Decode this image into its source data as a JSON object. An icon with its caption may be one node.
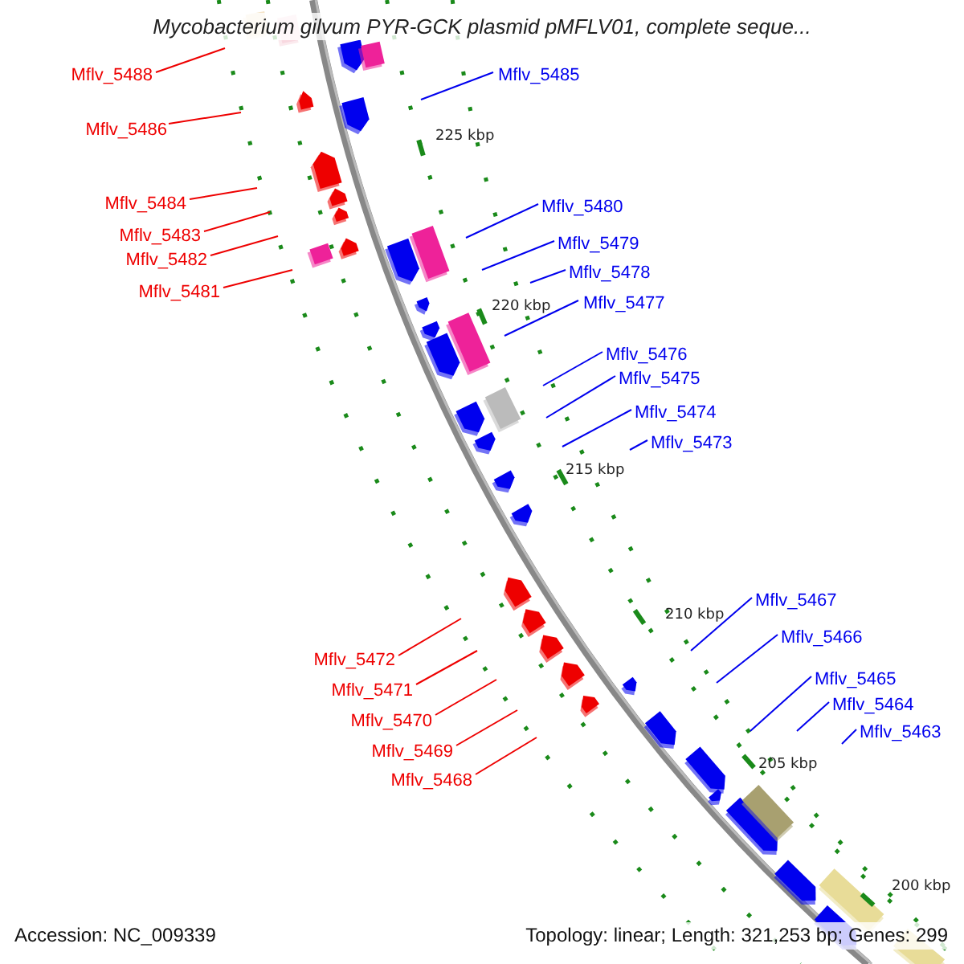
{
  "diagram": {
    "title": "Mycobacterium gilvum PYR-GCK plasmid pMFLV01, complete seque...",
    "nodes": [
      {
        "text": [
          "Mflv_5488"
        ]
      },
      {
        "text": [
          "Mflv_5485"
        ]
      },
      {
        "text": [
          "Mflv_5486"
        ]
      },
      {
        "text": [
          "Mflv_5484"
        ]
      },
      {
        "text": [
          "Mflv_5480"
        ]
      },
      {
        "text": [
          "Mflv_5483"
        ]
      },
      {
        "text": [
          "Mflv_5479"
        ]
      },
      {
        "text": [
          "Mflv_5482"
        ]
      },
      {
        "text": [
          "Mflv_5478"
        ]
      },
      {
        "text": [
          "Mflv_5481"
        ]
      },
      {
        "text": [
          "Mflv_5477"
        ]
      },
      {
        "text": [
          "Mflv_5476"
        ]
      },
      {
        "text": [
          "Mflv_5475"
        ]
      },
      {
        "text": [
          "Mflv_5474"
        ]
      },
      {
        "text": [
          "Mflv_5473"
        ]
      },
      {
        "text": [
          "Mflv_5467"
        ]
      },
      {
        "text": [
          "Mflv_5466"
        ]
      },
      {
        "text": [
          "Mflv_5472"
        ]
      },
      {
        "text": [
          "Mflv_5465"
        ]
      },
      {
        "text": [
          "Mflv_5471"
        ]
      },
      {
        "text": [
          "Mflv_5464"
        ]
      },
      {
        "text": [
          "Mflv_5470"
        ]
      },
      {
        "text": [
          "Mflv_5463"
        ]
      },
      {
        "text": [
          "Mflv_5469"
        ]
      },
      {
        "text": [
          "Mflv_5468"
        ]
      }
    ],
    "edges": [
      {
        "from": 0,
        "to": null,
        "arrow": "none",
        "color": "#ee0000"
      },
      {
        "from": 1,
        "to": null,
        "arrow": "none"
      },
      {
        "from": 2,
        "to": null,
        "arrow": "none",
        "color": "#ee0000"
      },
      {
        "from": 3,
        "to": null,
        "arrow": "none",
        "color": "#ee0000"
      },
      {
        "from": 4,
        "to": null,
        "arrow": "none"
      },
      {
        "from": 5,
        "to": null,
        "arrow": "none",
        "color": "#ee0000"
      },
      {
        "from": 6,
        "to": null,
        "arrow": "none"
      },
      {
        "from": 7,
        "to": null,
        "arrow": "none",
        "color": "#ee0000"
      },
      {
        "from": 8,
        "to": null,
        "arrow": "none"
      },
      {
        "from": 9,
        "to": null,
        "arrow": "none",
        "color": "#ee0000"
      },
      {
        "from": 10,
        "to": null,
        "arrow": "none"
      },
      {
        "from": 11,
        "to": null,
        "arrow": "none"
      },
      {
        "from": 12,
        "to": null,
        "arrow": "none"
      },
      {
        "from": 13,
        "to": null,
        "arrow": "none"
      },
      {
        "from": 14,
        "to": null,
        "arrow": "none"
      },
      {
        "from": 15,
        "to": null,
        "arrow": "none"
      },
      {
        "from": 16,
        "to": null,
        "arrow": "none"
      },
      {
        "from": 17,
        "to": null,
        "arrow": "none",
        "color": "#ee0000"
      },
      {
        "from": 18,
        "to": null,
        "arrow": "none"
      },
      {
        "from": 19,
        "to": null,
        "arrow": "none",
        "color": "#ee0000"
      },
      {
        "from": 20,
        "to": null,
        "arrow": "none"
      },
      {
        "from": 21,
        "to": null,
        "arrow": "none",
        "color": "#ee0000"
      },
      {
        "from": 22,
        "to": null,
        "arrow": "none"
      },
      {
        "from": 23,
        "to": null,
        "arrow": "none",
        "color": "#ee0000"
      },
      {
        "from": 24,
        "to": null,
        "arrow": "none",
        "color": "#ee0000"
      }
    ],
    "labels": [
      "225 kbp",
      "220 kbp",
      "215 kbp",
      "210 kbp",
      "205 kbp",
      "200 kbp",
      "Accession: NC_009339",
      "Topology: linear; Length: 321,253 bp; Genes: 299"
    ]
  }
}
